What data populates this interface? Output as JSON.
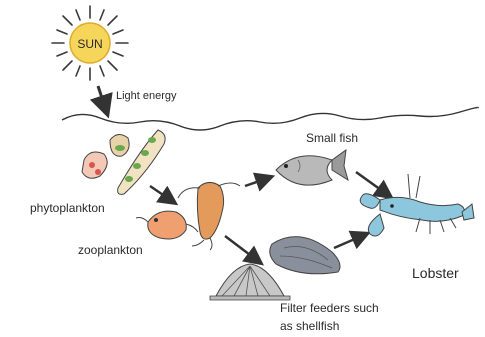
{
  "diagram": {
    "sun_label": "SUN",
    "light_energy_label": "Light energy",
    "organisms": {
      "phytoplankton": "phytoplankton",
      "zooplankton": "zooplankton",
      "small_fish": "Small fish",
      "lobster": "Lobster",
      "filter_feeders_line1": "Filter feeders such",
      "filter_feeders_line2": "as shellfish"
    },
    "colors": {
      "sun_fill": "#f6d65a",
      "sun_stroke": "#e0a92a",
      "ray": "#3a3a3a",
      "phyto_green": "#6aa84f",
      "phyto_red": "#d9534f",
      "zoo_orange": "#f0a070",
      "krill": "#e49a5a",
      "fish_gray": "#9a9a9a",
      "lobster_blue": "#8cc7dd",
      "shellfish_gray": "#8a8f9c",
      "arrow": "#333333"
    }
  }
}
